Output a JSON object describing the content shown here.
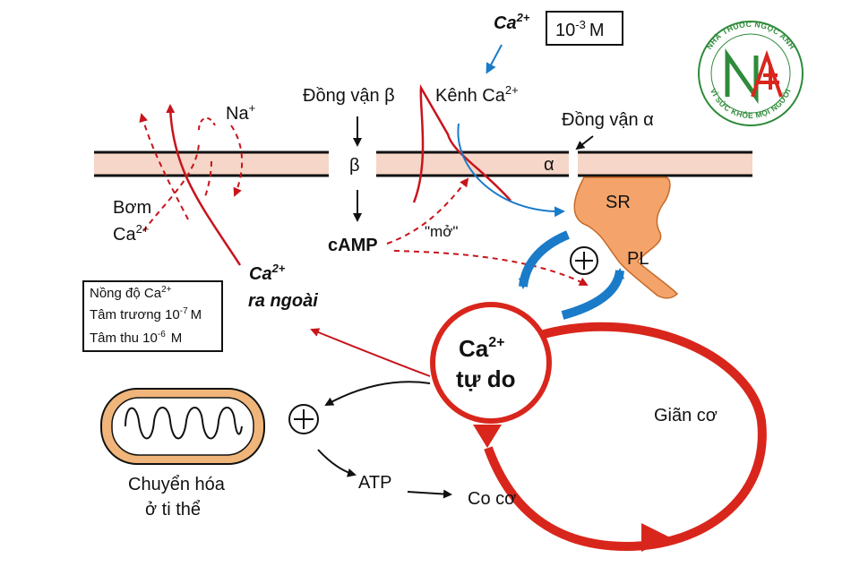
{
  "logo": {
    "top_text": "NHÀ THUỐC NGỌC ANH",
    "bottom_text": "VÌ SỨC KHỎE MỌI NGƯỜI",
    "mark": "NA",
    "colors": {
      "ring": "#2e8b3a",
      "letter_n": "#2e8b3a",
      "letter_a": "#d9261c"
    }
  },
  "labels": {
    "ca_ext": "Ca",
    "ca_ext_sup": "2+",
    "ext_conc_base": "10",
    "ext_conc_exp": "-3",
    "ext_conc_unit": "M",
    "beta_agonist": "Đồng vận β",
    "ca_channel": "Kênh Ca",
    "ca_channel_sup": "2+",
    "alpha_agonist": "Đồng vận α",
    "na": "Na",
    "na_sup": "+",
    "pump_line1": "Bơm",
    "pump_line2": "Ca",
    "pump_sup": "2+",
    "beta_symbol": "β",
    "alpha_symbol": "α",
    "camp": "cAMP",
    "open": "\"mở\"",
    "sr": "SR",
    "pl": "PL",
    "ca_out_line1": "Ca",
    "ca_out_sup": "2+",
    "ca_out_line2": "ra ngoài",
    "free_ca_line1": "Ca",
    "free_ca_sup": "2+",
    "free_ca_line2": "tự do",
    "relax": "Giãn cơ",
    "contract": "Co cơ",
    "atp": "ATP",
    "mito_line1": "Chuyển hóa",
    "mito_line2": "ở ti thể",
    "plus": "+"
  },
  "conc_box": {
    "title": "Nồng độ Ca",
    "title_sup": "2+",
    "diastole": "Tâm trương 10",
    "diastole_exp": "-7",
    "diastole_unit": "M",
    "systole": "Tâm thu 10",
    "systole_exp": "-6",
    "systole_unit": "M"
  },
  "colors": {
    "red": "#c8141b",
    "blue": "#1a7bc9",
    "membrane_fill": "#f6d6c8",
    "sr_fill": "#f4a46a",
    "mito_fill": "#f0b57a"
  }
}
